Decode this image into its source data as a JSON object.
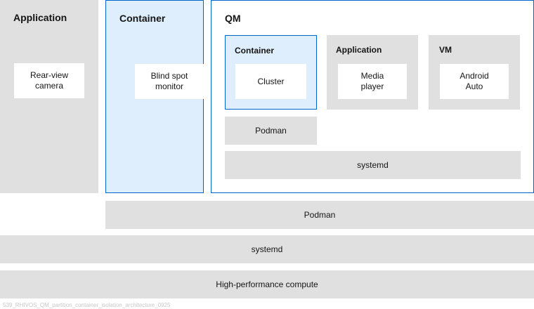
{
  "left_column": {
    "title": "Application",
    "component": "Rear-view\ncamera"
  },
  "container_column": {
    "title": "Container",
    "component": "Blind spot\nmonitor"
  },
  "qm": {
    "title": "QM",
    "container": {
      "title": "Container",
      "component": "Cluster"
    },
    "application": {
      "title": "Application",
      "component": "Media\nplayer"
    },
    "vm": {
      "title": "VM",
      "component": "Android\nAuto"
    },
    "podman": "Podman",
    "systemd": "systemd"
  },
  "layers": {
    "podman": "Podman",
    "systemd": "systemd",
    "hardware": "High-performance compute"
  },
  "footer_note": "539_RHIVOS_QM_partition_container_isolation_architecture_0925"
}
